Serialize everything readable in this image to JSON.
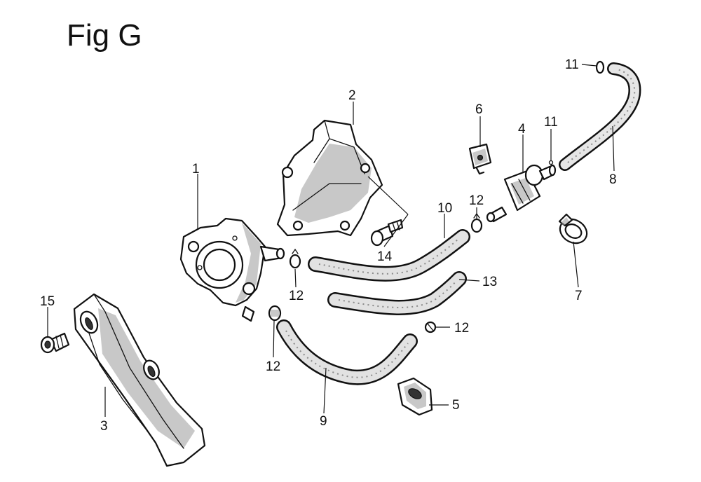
{
  "figure": {
    "title": "Fig G"
  },
  "callouts": [
    {
      "id": "c1",
      "number": "1"
    },
    {
      "id": "c2",
      "number": "2"
    },
    {
      "id": "c3",
      "number": "3"
    },
    {
      "id": "c4",
      "number": "4"
    },
    {
      "id": "c5",
      "number": "5"
    },
    {
      "id": "c6",
      "number": "6"
    },
    {
      "id": "c7",
      "number": "7"
    },
    {
      "id": "c8",
      "number": "8"
    },
    {
      "id": "c9",
      "number": "9"
    },
    {
      "id": "c10",
      "number": "10"
    },
    {
      "id": "c11a",
      "number": "11"
    },
    {
      "id": "c11b",
      "number": "11"
    },
    {
      "id": "c12a",
      "number": "12"
    },
    {
      "id": "c12b",
      "number": "12"
    },
    {
      "id": "c12c",
      "number": "12"
    },
    {
      "id": "c12d",
      "number": "12"
    },
    {
      "id": "c13",
      "number": "13"
    },
    {
      "id": "c14",
      "number": "14"
    },
    {
      "id": "c15",
      "number": "15"
    }
  ]
}
